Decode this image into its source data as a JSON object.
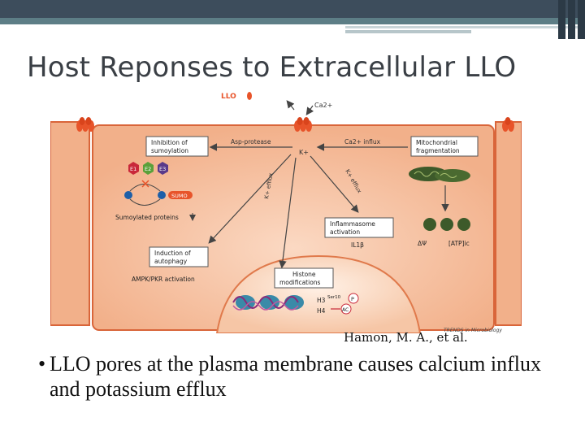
{
  "slide": {
    "title": "Host Reponses to Extracellular LLO",
    "citation": "Hamon, M. A., et al.",
    "bullet_marker": "•",
    "bullet_text": "LLO pores at the plasma membrane causes calcium influx and potassium efflux"
  },
  "diagram": {
    "llo_label": "LLO",
    "ca_top": "Ca2+",
    "k_label": "K+",
    "asp_protease": "Asp-protease",
    "ca_influx": "Ca2+ influx",
    "inhibition_sumoylation_1": "Inhibition of",
    "inhibition_sumoylation_2": "sumoylation",
    "mito_frag_1": "Mitochondrial",
    "mito_frag_2": "fragmentation",
    "e1": "E1",
    "e2": "E2",
    "e3": "E3",
    "sumo": "SUMO",
    "sumoylated_proteins": "Sumoylated proteins",
    "k_efflux_1": "K+ efflux",
    "k_efflux_2": "K+ efflux",
    "inflammasome_1": "Inflammasome",
    "inflammasome_2": "activation",
    "il1b": "IL1β",
    "delta_psi": "ΔΨ",
    "atp": "[ATP]ic",
    "autophagy_1": "Induction of",
    "autophagy_2": "autophagy",
    "ampk": "AMPK/PKR activation",
    "histone_1": "Histone",
    "histone_2": "modifications",
    "h3": "H3",
    "ser10": "Ser10",
    "p_mark": "P",
    "h4": "H4",
    "ac_mark": "AC",
    "journal": "TRENDS in Microbiology"
  },
  "colors": {
    "header_dark": "#3d4d5c",
    "header_teal": "#5d7e86",
    "cell_fill": "#f2b48e",
    "cell_edge": "#d9653a",
    "pore_red": "#e8542a",
    "arrow_gray": "#555555"
  }
}
